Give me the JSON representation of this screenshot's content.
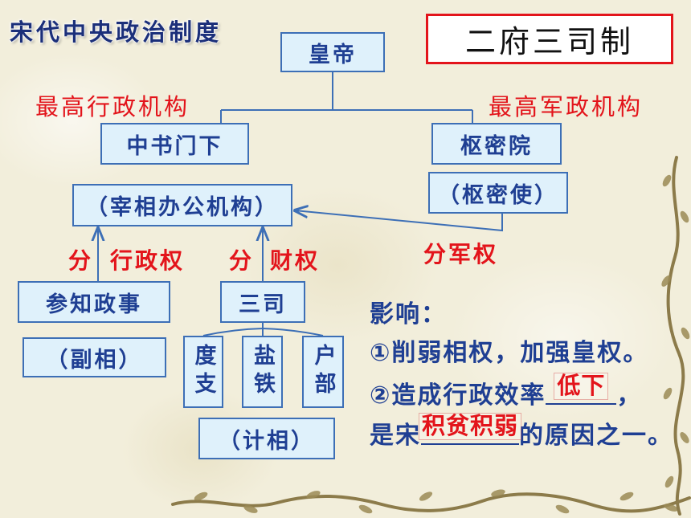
{
  "title": "宋代中央政治制度",
  "system_name": "二府三司制",
  "diagram": {
    "emperor": "皇帝",
    "admin_label": "最高行政机构",
    "military_label": "最高军政机构",
    "zhongshu": "中书门下",
    "chancellor_office": "（宰相办公机构）",
    "shumiyuan": "枢密院",
    "shumishi": "（枢密使）",
    "canzhi_zhengshi": "参知政事",
    "vice_chancellor": "（副相）",
    "sansi": "三司",
    "finance_chancellor": "（计相）",
    "sansi_parts": [
      "度支",
      "盐铁",
      "户部"
    ],
    "split_admin": {
      "prefix": "分",
      "label": "行政权"
    },
    "split_finance": {
      "prefix": "分",
      "label": "财权"
    },
    "split_military": "分军权"
  },
  "impact": {
    "heading": "影响：",
    "point1": "①削弱相权，加强皇权。",
    "point2": {
      "before": "②造成行政效率",
      "answer": "低下",
      "after": "，"
    },
    "point3": {
      "before": "是宋",
      "answer": "积贫积弱",
      "after": "的原因之一。"
    }
  },
  "colors": {
    "box_fill": "#dff1fb",
    "box_border": "#3d6fb6",
    "text_blue": "#1f3f93",
    "accent_red": "#e3141b",
    "background": "#f2eedb"
  }
}
